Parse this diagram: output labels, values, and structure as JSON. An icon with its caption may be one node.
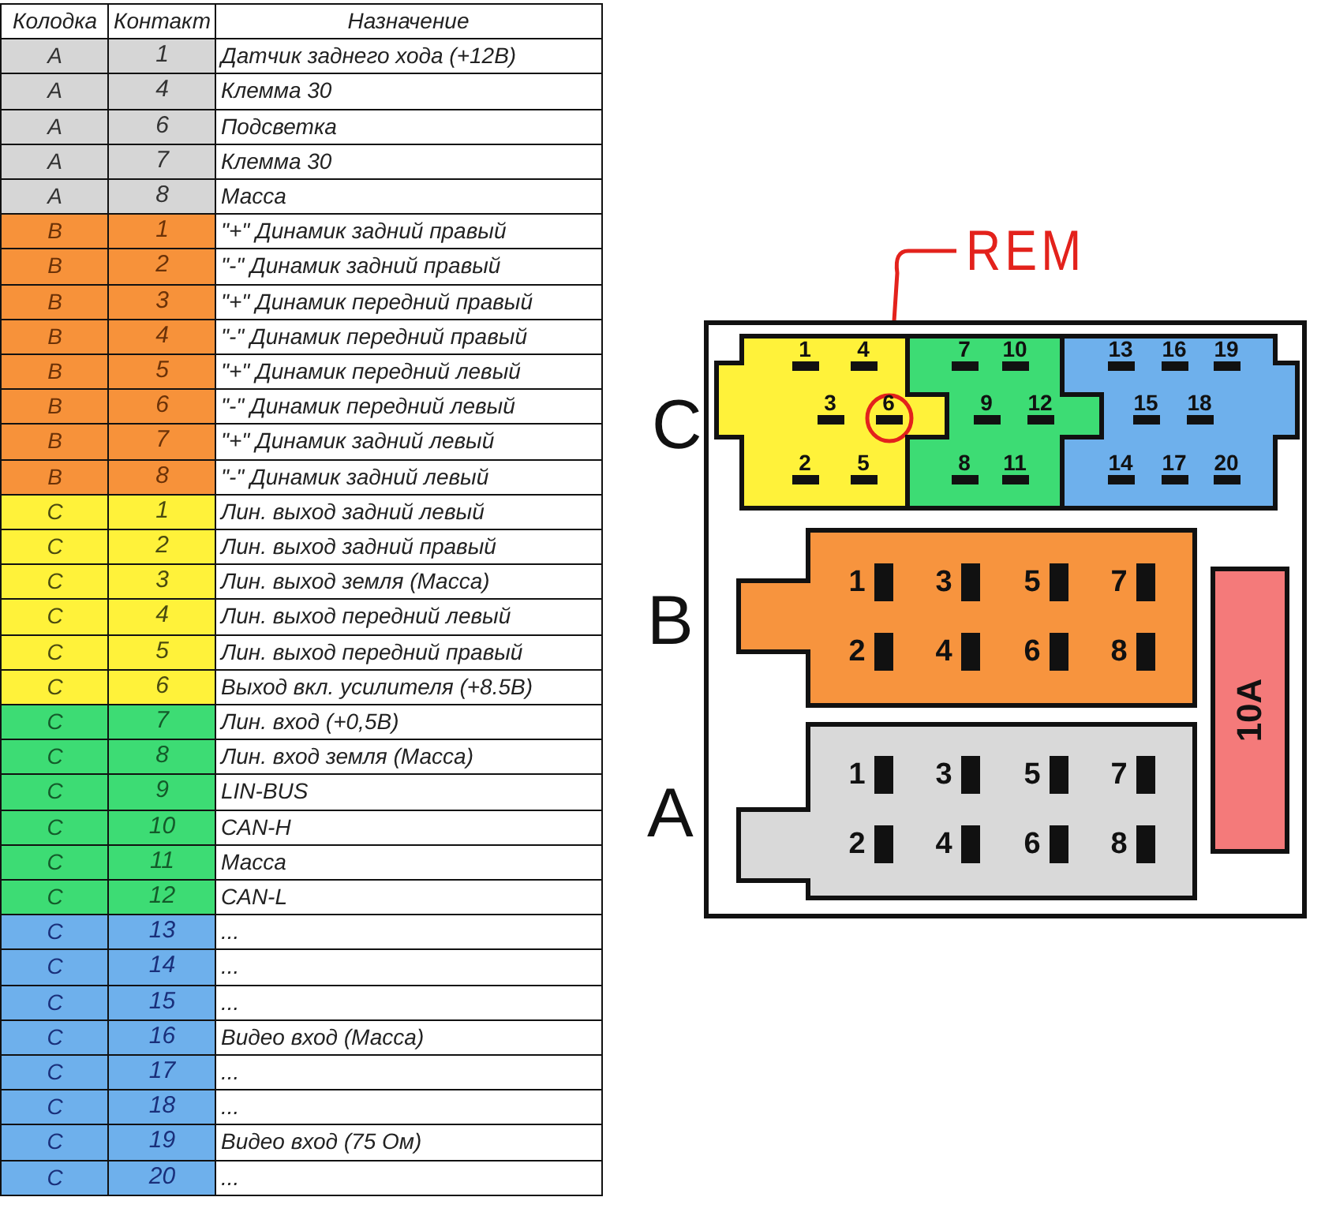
{
  "diagram": {
    "nodes": [
      {
        "text": [],
        "shape": "box"
      },
      {
        "text": [
          "1",
          "4",
          "3",
          "2",
          "5"
        ],
        "in": 0
      },
      {
        "text": [
          "6"
        ],
        "in": 1
      },
      {
        "text": [
          "7",
          "10",
          "9",
          "12",
          "8",
          "11"
        ],
        "in": 0
      },
      {
        "text": [
          "13",
          "16",
          "19",
          "15",
          "18",
          "14",
          "17",
          "20"
        ],
        "in": 0
      },
      {
        "text": [
          "1",
          "3",
          "5",
          "7",
          "2",
          "4",
          "6",
          "8"
        ],
        "in": 0
      },
      {
        "text": [
          "1",
          "3",
          "5",
          "7",
          "2",
          "4",
          "6",
          "8"
        ],
        "in": 0
      },
      {
        "text": [
          "10A"
        ],
        "in": 0
      },
      {
        "text": [
          "REM"
        ]
      }
    ],
    "edges": [
      {
        "from": 8,
        "to": 2,
        "arrow": "none",
        "color": "#e3221c"
      }
    ],
    "labels": [
      "Колодка",
      "Контакт",
      "Назначение",
      "A",
      "1",
      "Датчик заднего хода (+12В)",
      "A",
      "4",
      "Клемма 30",
      "A",
      "6",
      "Подсветка",
      "A",
      "7",
      "Клемма 30",
      "A",
      "8",
      "Масса",
      "B",
      "1",
      "\"+\" Динамик задний правый",
      "B",
      "2",
      "\"-\" Динамик задний правый",
      "B",
      "3",
      "\"+\" Динамик передний правый",
      "B",
      "4",
      "\"-\" Динамик передний правый",
      "B",
      "5",
      "\"+\" Динамик передний левый",
      "B",
      "6",
      "\"-\" Динамик передний левый",
      "B",
      "7",
      "\"+\" Динамик задний левый",
      "B",
      "8",
      "\"-\" Динамик задний левый",
      "C",
      "1",
      "Лин. выход задний левый",
      "C",
      "2",
      "Лин. выход задний правый",
      "C",
      "3",
      "Лин. выход земля (Масса)",
      "C",
      "4",
      "Лин. выход передний левый",
      "C",
      "5",
      "Лин. выход передний правый",
      "C",
      "6",
      "Выход вкл. усилителя (+8.5В)",
      "C",
      "7",
      "Лин. вход (+0,5В)",
      "C",
      "8",
      "Лин. вход земля (Масса)",
      "C",
      "9",
      "LIN-BUS",
      "C",
      "10",
      "CAN-H",
      "C",
      "11",
      "Масса",
      "C",
      "12",
      "CAN-L",
      "C",
      "13",
      "...",
      "C",
      "14",
      "...",
      "C",
      "15",
      "...",
      "C",
      "16",
      "Видео вход (Масса)",
      "C",
      "17",
      "...",
      "C",
      "18",
      "...",
      "C",
      "19",
      "Видео вход (75 Ом)",
      "C",
      "20",
      "...",
      "C",
      "B",
      "A"
    ]
  }
}
